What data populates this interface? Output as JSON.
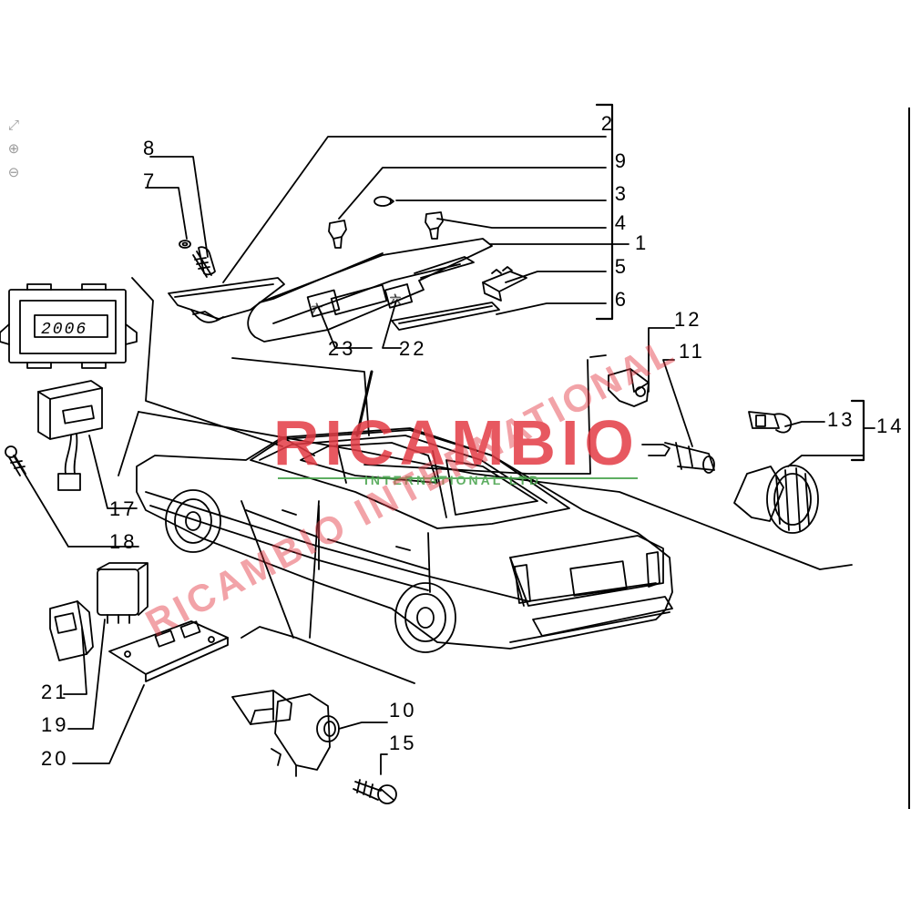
{
  "toolbar": {
    "fit_icon": "⤢",
    "zoom_in_icon": "⊕",
    "zoom_out_icon": "⊖"
  },
  "diagram": {
    "part_labels": {
      "p1": "1",
      "p2": "2",
      "p3": "3",
      "p4": "4",
      "p5": "5",
      "p6": "6",
      "p7": "7",
      "p8": "8",
      "p9": "9",
      "p10": "10",
      "p11": "11",
      "p12": "12",
      "p13": "13",
      "p14": "14",
      "p15": "15",
      "p17": "17",
      "p18": "18",
      "p19": "19",
      "p20": "20",
      "p21": "21",
      "p22": "22",
      "p23": "23"
    },
    "clock_display": "2006"
  },
  "watermark": {
    "brand": "RICAMBIO",
    "tagline": "INTERNATIONAL LTD",
    "diagonal": "RICAMBIO INTERNATIONAL",
    "color": "#e33b45",
    "tagline_color": "#43a047"
  }
}
